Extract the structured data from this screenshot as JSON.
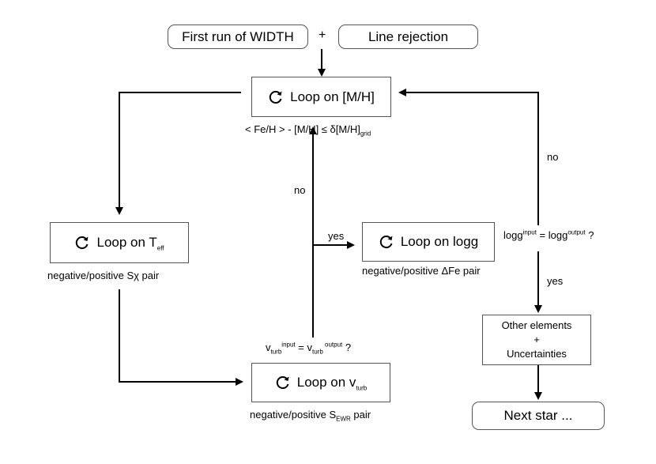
{
  "boxes": {
    "first_run": "First run of WIDTH",
    "plus": "+",
    "line_rejection": "Line rejection",
    "loop_mh": "Loop on [M/H]",
    "loop_teff_prefix": "Loop on T",
    "loop_teff_sub": "eff",
    "loop_logg": "Loop on logg",
    "loop_vturb_prefix": "Loop on v",
    "loop_vturb_sub": "turb",
    "other_elements": "Other elements",
    "other_plus": "+",
    "uncertainties": "Uncertainties",
    "next_star": "Next star ..."
  },
  "labels": {
    "mh_condition_prefix": "< Fe/H > - [M/H] ≤ δ[M/H]",
    "mh_condition_sub": "grid",
    "teff_condition": "negative/positive Sχ pair",
    "logg_condition": "negative/positive ΔFe pair",
    "vturb_condition_prefix": "negative/positive S",
    "vturb_condition_sub": "EWR",
    "vturb_condition_suffix": " pair",
    "vturb_test_v1": "v",
    "vturb_test_sub1": "turb",
    "vturb_test_sup1": "input",
    "vturb_test_eq": " = v",
    "vturb_test_sub2": "turb",
    "vturb_test_sup2": " output",
    "vturb_test_q": " ?",
    "logg_test_a": "logg",
    "logg_test_sup1": "input",
    "logg_test_eq": " = logg",
    "logg_test_sup2": "output",
    "logg_test_q": " ?",
    "no_center": "no",
    "yes_center": "yes",
    "no_right": "no",
    "yes_right": "yes"
  }
}
